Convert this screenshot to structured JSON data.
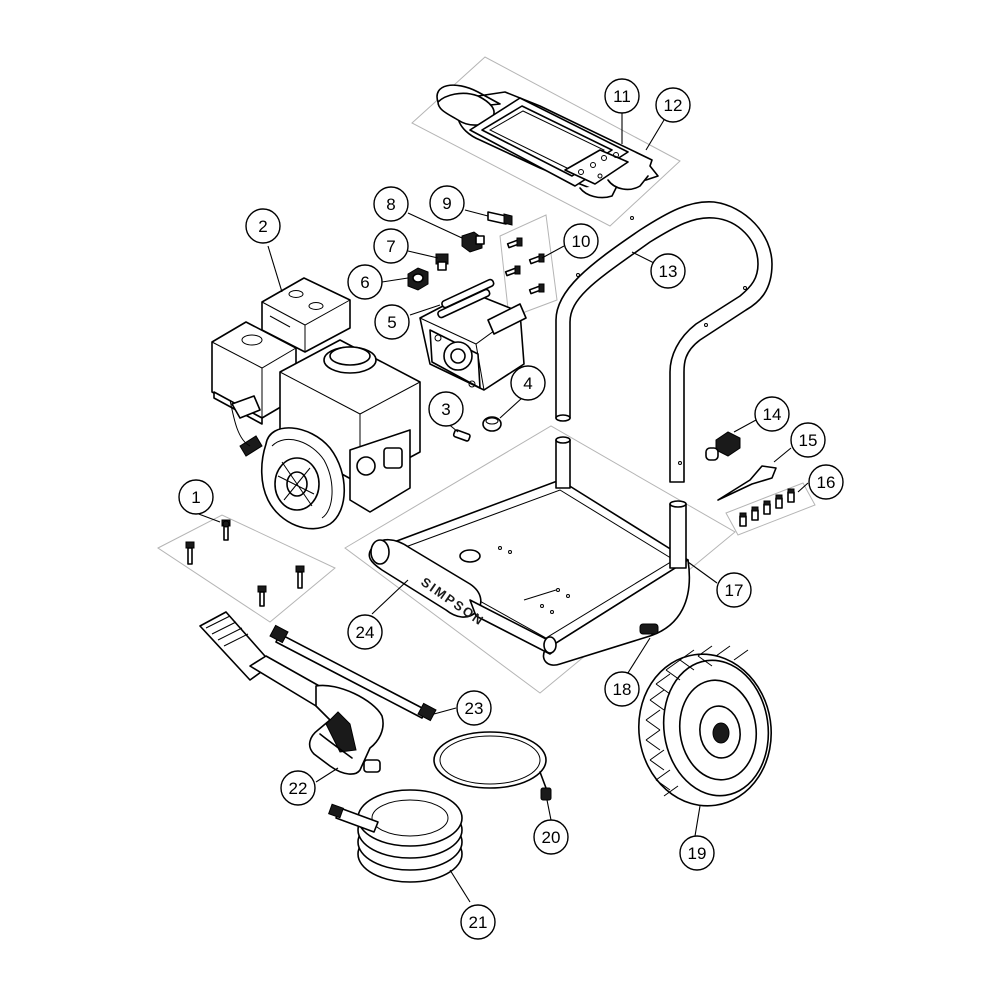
{
  "callouts": [
    {
      "id": 1,
      "label": "1",
      "part": "engine-mounting-bolts"
    },
    {
      "id": 2,
      "label": "2",
      "part": "engine"
    },
    {
      "id": 3,
      "label": "3",
      "part": "pump-key"
    },
    {
      "id": 4,
      "label": "4",
      "part": "pump-cap"
    },
    {
      "id": 5,
      "label": "5",
      "part": "pump"
    },
    {
      "id": 6,
      "label": "6",
      "part": "inlet-nut"
    },
    {
      "id": 7,
      "label": "7",
      "part": "inlet-fitting"
    },
    {
      "id": 8,
      "label": "8",
      "part": "outlet-fitting"
    },
    {
      "id": 9,
      "label": "9",
      "part": "outlet-nipple"
    },
    {
      "id": 10,
      "label": "10",
      "part": "pump-screws"
    },
    {
      "id": 11,
      "label": "11",
      "part": "panel-screw"
    },
    {
      "id": 12,
      "label": "12",
      "part": "control-panel"
    },
    {
      "id": 13,
      "label": "13",
      "part": "handle"
    },
    {
      "id": 14,
      "label": "14",
      "part": "wheel-hub-nut"
    },
    {
      "id": 15,
      "label": "15",
      "part": "pin"
    },
    {
      "id": 16,
      "label": "16",
      "part": "nozzle-set"
    },
    {
      "id": 17,
      "label": "17",
      "part": "frame"
    },
    {
      "id": 18,
      "label": "18",
      "part": "axle"
    },
    {
      "id": 19,
      "label": "19",
      "part": "wheel"
    },
    {
      "id": 20,
      "label": "20",
      "part": "hose-coupler"
    },
    {
      "id": 21,
      "label": "21",
      "part": "high-pressure-hose"
    },
    {
      "id": 22,
      "label": "22",
      "part": "spray-gun"
    },
    {
      "id": 23,
      "label": "23",
      "part": "lance"
    },
    {
      "id": 24,
      "label": "24",
      "part": "handle-grip"
    }
  ],
  "frame_branding": "SIMPSON"
}
